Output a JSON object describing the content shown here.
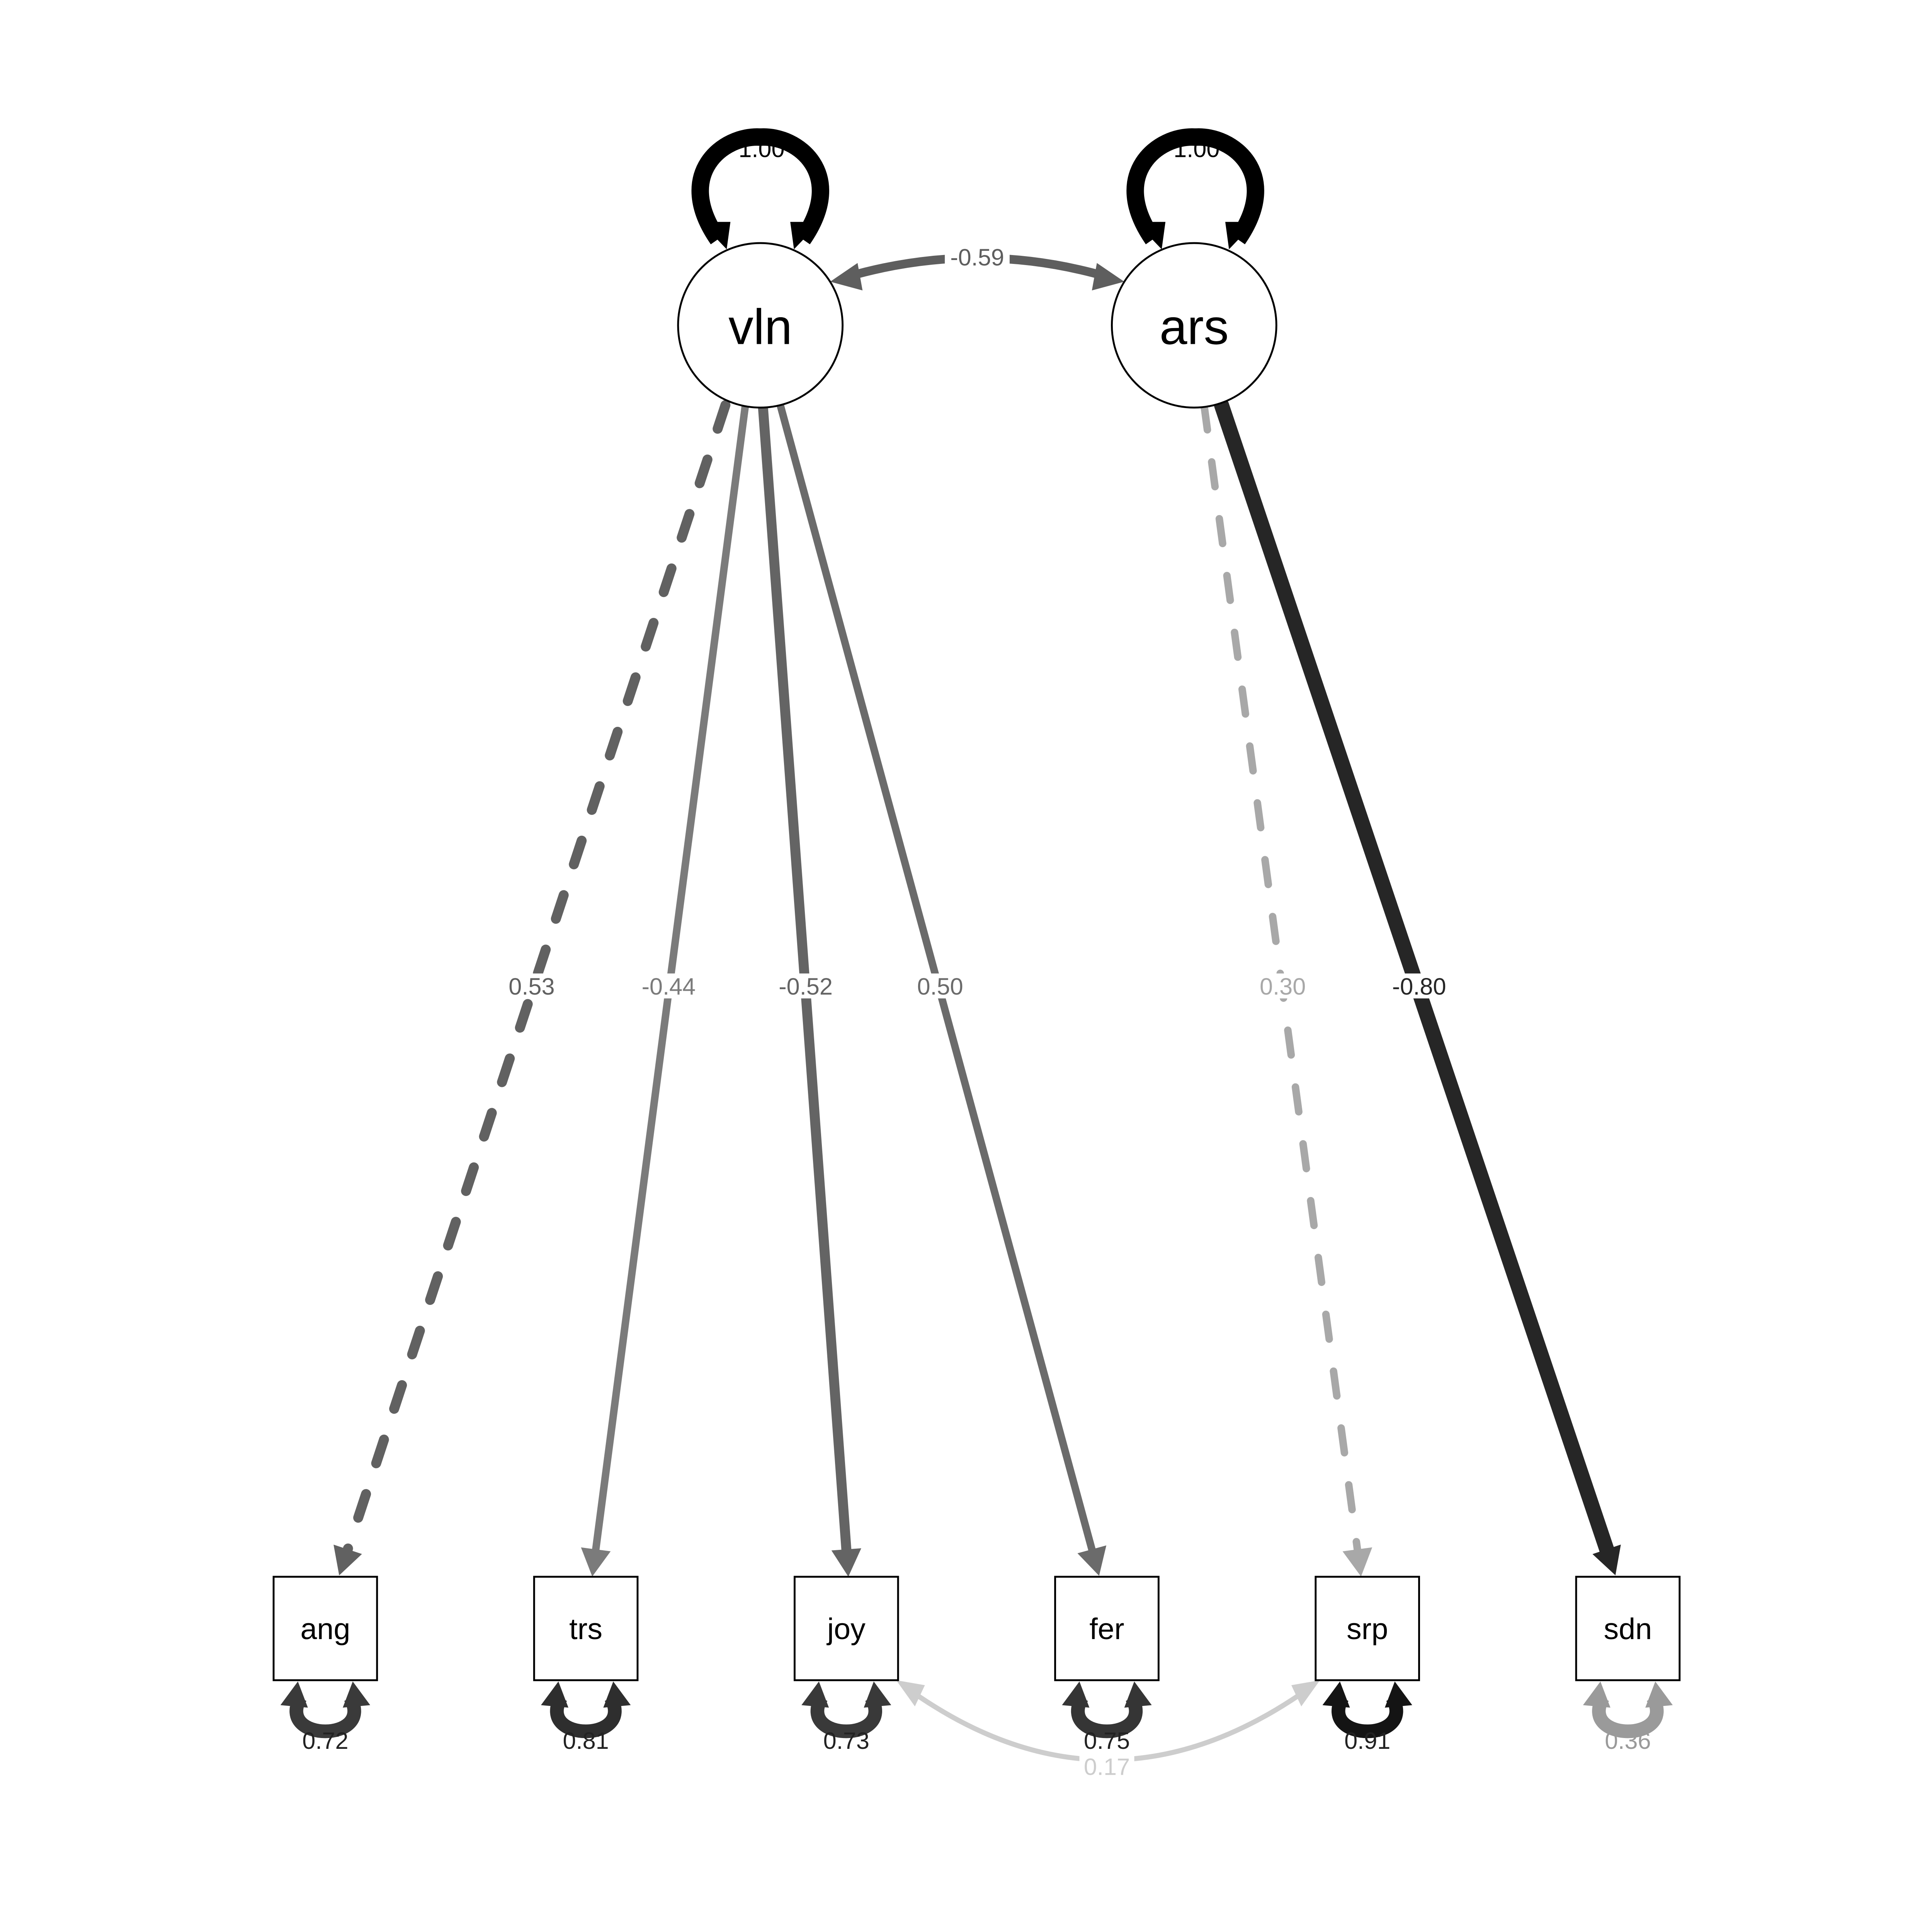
{
  "latent_vars": [
    {
      "id": "vln",
      "label": "vln",
      "variance_label": "1.00"
    },
    {
      "id": "ars",
      "label": "ars",
      "variance_label": "1.00"
    }
  ],
  "observed_vars": [
    {
      "id": "ang",
      "label": "ang",
      "residual_label": "0.72",
      "residual_color": "#3a3a3a"
    },
    {
      "id": "trs",
      "label": "trs",
      "residual_label": "0.81",
      "residual_color": "#2e2e2e"
    },
    {
      "id": "joy",
      "label": "joy",
      "residual_label": "0.73",
      "residual_color": "#393939"
    },
    {
      "id": "fer",
      "label": "fer",
      "residual_label": "0.75",
      "residual_color": "#353535"
    },
    {
      "id": "srp",
      "label": "srp",
      "residual_label": "0.91",
      "residual_color": "#141414"
    },
    {
      "id": "sdn",
      "label": "sdn",
      "residual_label": "0.36",
      "residual_color": "#9a9a9a"
    }
  ],
  "loadings": [
    {
      "from": "vln",
      "to": "ang",
      "label": "0.53",
      "color": "#616161",
      "dashed": true
    },
    {
      "from": "vln",
      "to": "trs",
      "label": "-0.44",
      "color": "#7b7b7b",
      "dashed": false
    },
    {
      "from": "vln",
      "to": "joy",
      "label": "-0.52",
      "color": "#646464",
      "dashed": false
    },
    {
      "from": "vln",
      "to": "fer",
      "label": "0.50",
      "color": "#6b6b6b",
      "dashed": false
    },
    {
      "from": "ars",
      "to": "srp",
      "label": "0.30",
      "color": "#a8a8a8",
      "dashed": true
    },
    {
      "from": "ars",
      "to": "sdn",
      "label": "-0.80",
      "color": "#262626",
      "dashed": false
    }
  ],
  "latent_covariance": {
    "from": "vln",
    "to": "ars",
    "label": "-0.59",
    "color": "#5e5e5e"
  },
  "residual_covariance": {
    "from": "joy",
    "to": "srp",
    "label": "0.17",
    "color": "#cdcdcd"
  }
}
